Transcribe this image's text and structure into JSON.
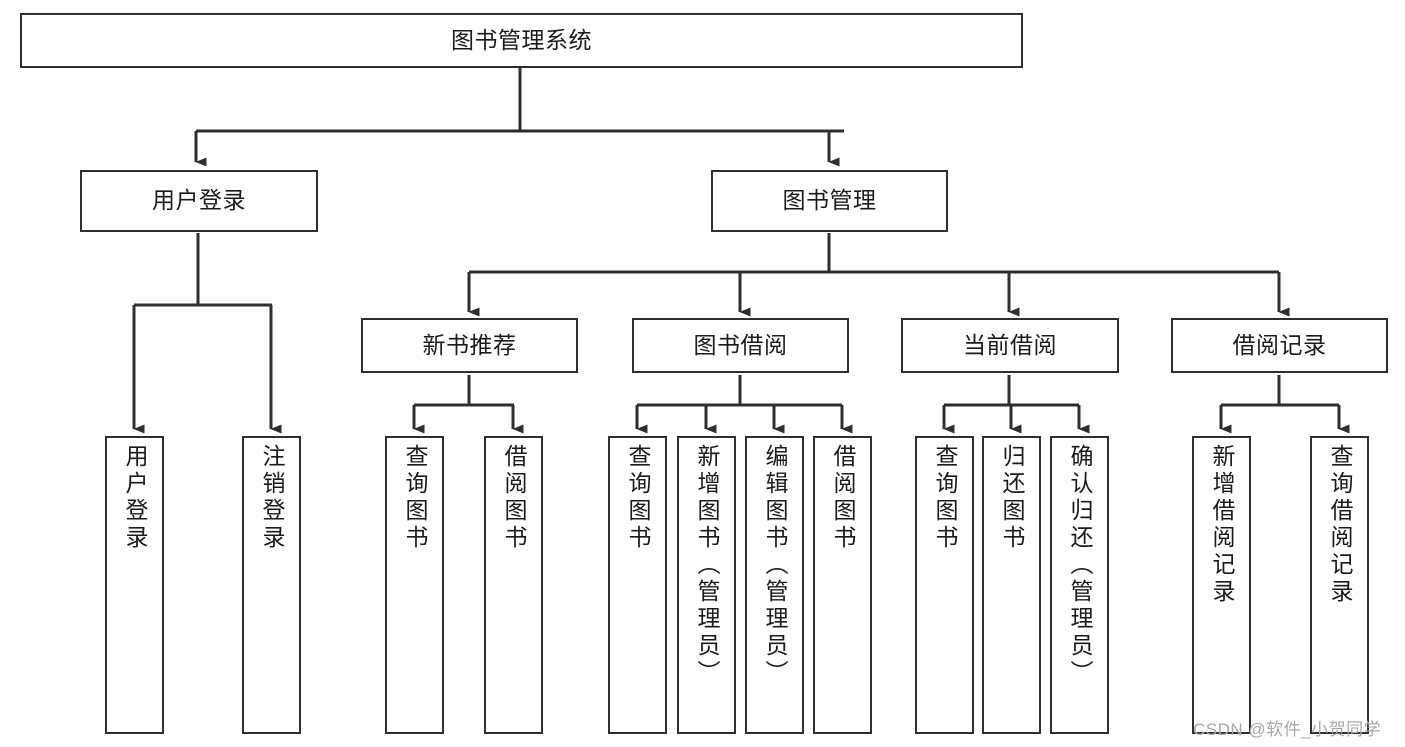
{
  "diagram": {
    "title": "图书管理系统",
    "type": "tree-hierarchy",
    "background": "#ffffff",
    "stroke_color": "#2f2f2f",
    "text_color": "#1b1b1b",
    "levels": {
      "root": {
        "label": "图书管理系统"
      },
      "level2": [
        {
          "id": "user-login",
          "label": "用户登录"
        },
        {
          "id": "book-management",
          "label": "图书管理"
        }
      ],
      "level3": [
        {
          "id": "new-book-recommend",
          "label": "新书推荐"
        },
        {
          "id": "book-borrow",
          "label": "图书借阅"
        },
        {
          "id": "current-borrow",
          "label": "当前借阅"
        },
        {
          "id": "borrow-record",
          "label": "借阅记录"
        }
      ],
      "leaves": {
        "user_login": [
          {
            "id": "leaf-user-login",
            "label": "用户登录"
          },
          {
            "id": "leaf-user-logout",
            "label": "注销登录"
          }
        ],
        "new_book_recommend": [
          {
            "id": "leaf-query-book-1",
            "label": "查询图书"
          },
          {
            "id": "leaf-borrow-book-1",
            "label": "借阅图书"
          }
        ],
        "book_borrow": [
          {
            "id": "leaf-query-book-2",
            "label": "查询图书"
          },
          {
            "id": "leaf-add-book",
            "label": "新增图书（管理员）"
          },
          {
            "id": "leaf-edit-book",
            "label": "编辑图书（管理员）"
          },
          {
            "id": "leaf-borrow-book-2",
            "label": "借阅图书"
          }
        ],
        "current_borrow": [
          {
            "id": "leaf-query-book-3",
            "label": "查询图书"
          },
          {
            "id": "leaf-return-book",
            "label": "归还图书"
          },
          {
            "id": "leaf-confirm-return",
            "label": "确认归还（管理员）"
          }
        ],
        "borrow_record": [
          {
            "id": "leaf-add-record",
            "label": "新增借阅记录"
          },
          {
            "id": "leaf-query-record",
            "label": "查询借阅记录"
          }
        ]
      }
    }
  },
  "watermark": {
    "text": "CSDN @软件_小贺同学",
    "color": "#a8a8a8"
  }
}
